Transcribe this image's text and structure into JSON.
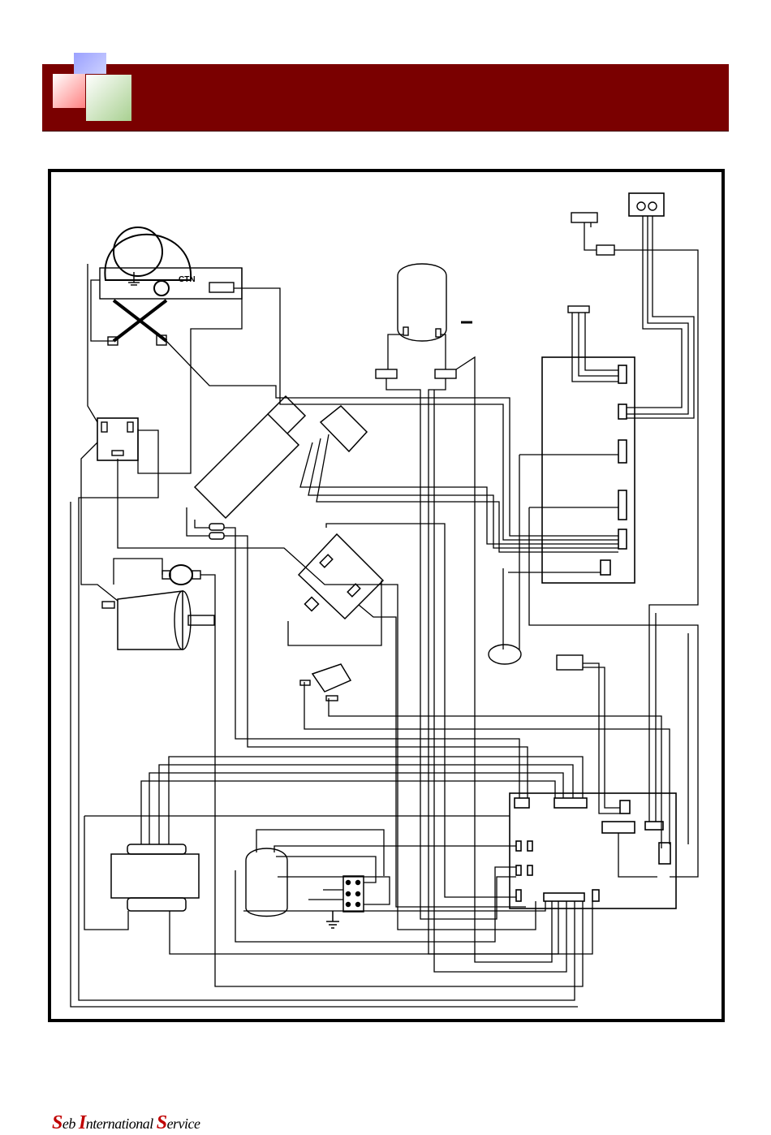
{
  "header": {
    "banner_color": "#7a0000"
  },
  "diagram": {
    "connector_label": "CTN"
  },
  "footer": {
    "logo_words": [
      {
        "initial": "S",
        "rest": "eb "
      },
      {
        "initial": "I",
        "rest": "nternational "
      },
      {
        "initial": "S",
        "rest": "ervice"
      }
    ],
    "logo_text": "Seb International Service",
    "initial_color": "#c00000"
  }
}
